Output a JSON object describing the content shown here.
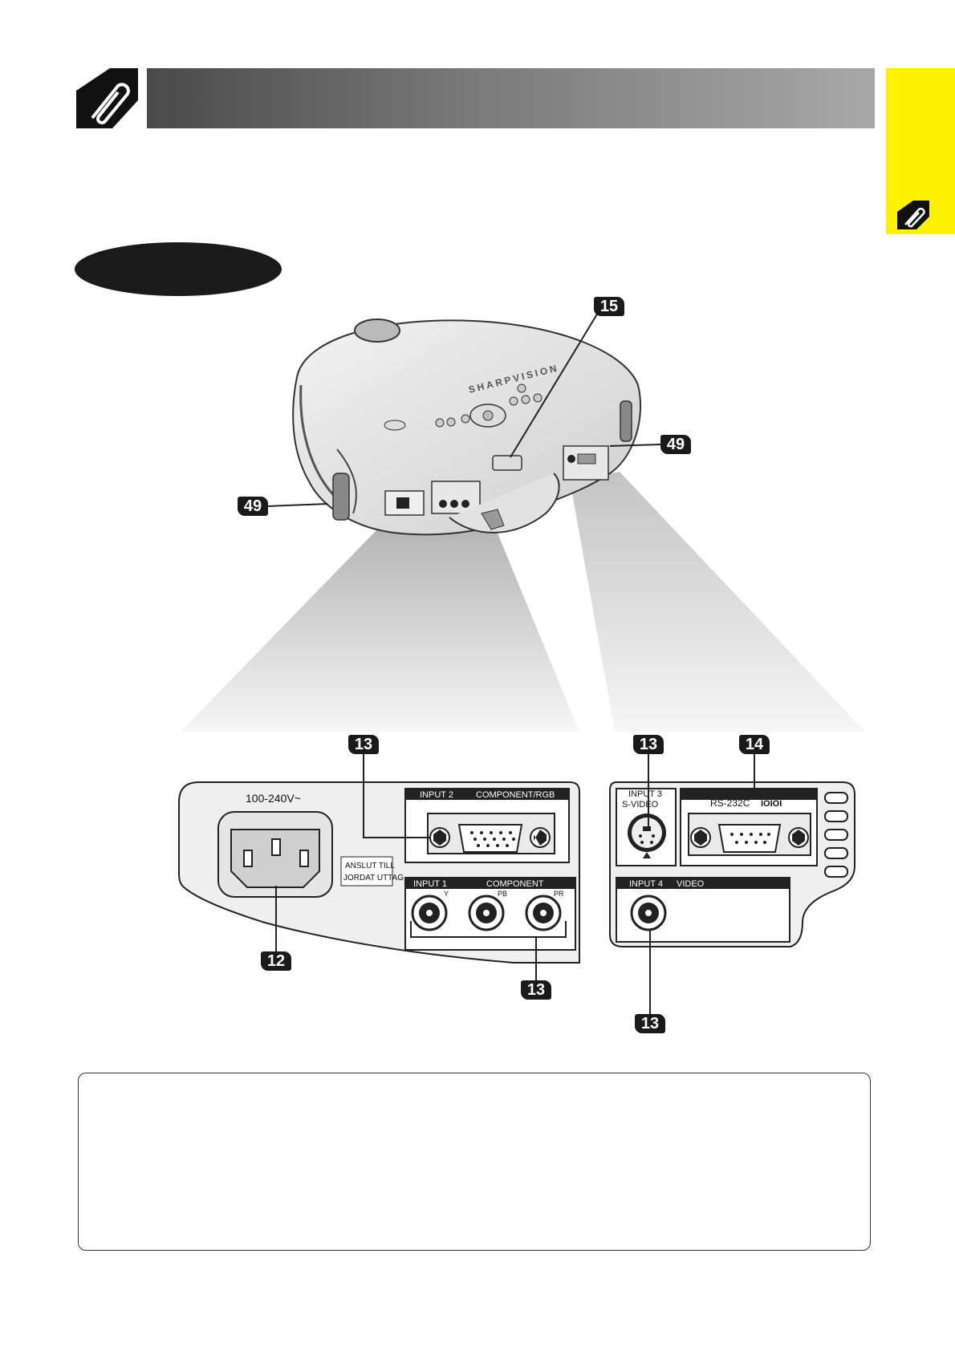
{
  "side_tab": {
    "icon": "paperclip-icon",
    "color": "#fff200"
  },
  "header": {
    "icon": "paperclip-icon"
  },
  "callouts": {
    "lamp_indicator": "15",
    "intake_right": "49",
    "intake_left": "49",
    "input2": "13",
    "input3": "13",
    "rs232c": "14",
    "power": "12",
    "input1": "13",
    "input4": "13"
  },
  "projector": {
    "brand": "SHARPVISION"
  },
  "panel_left": {
    "voltage": "100-240V~",
    "warning_line1": "ANSLUT TILL",
    "warning_line2": "JORDAT UTTAG.",
    "input2_label": "INPUT 2",
    "input2_type": "COMPONENT/RGB",
    "input1_label": "INPUT 1",
    "input1_type": "COMPONENT",
    "jack_y": "Y",
    "jack_pb": "PB",
    "jack_pr": "PR"
  },
  "panel_right": {
    "input3_label": "INPUT 3",
    "input3_type": "S-VIDEO",
    "rs232c_label": "RS-232C",
    "rs232c_symbol": "IOIOI",
    "input4_label": "INPUT 4",
    "input4_type": "VIDEO"
  }
}
